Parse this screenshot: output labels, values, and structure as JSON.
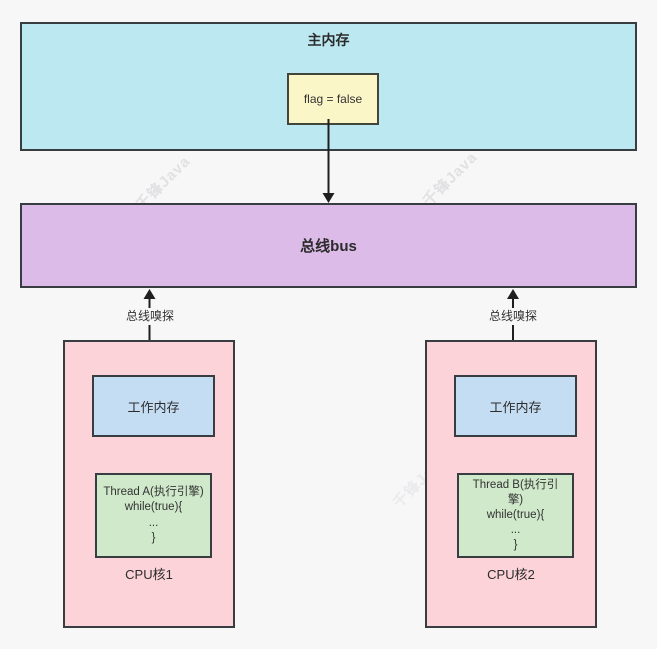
{
  "main_memory": {
    "label": "主内存",
    "flag_value": "flag = false"
  },
  "bus": {
    "label": "总线bus",
    "sniff_left": "总线嗅探",
    "sniff_right": "总线嗅探"
  },
  "cpu1": {
    "label": "CPU核1",
    "working_memory": "工作内存",
    "thread": "Thread A(执行引擎)\nwhile(true){\n...\n}"
  },
  "cpu2": {
    "label": "CPU核2",
    "working_memory": "工作内存",
    "thread": "Thread B(执行引\n擎)\nwhile(true){\n...\n}"
  },
  "watermarks": {
    "text": "千锋Java"
  },
  "colors": {
    "background": "#f7f7f8",
    "main_memory_fill": "#bce9f1",
    "flag_fill": "#fbf6c8",
    "bus_fill": "#ddbbe9",
    "cpu_fill": "#fbd3d8",
    "working_memory_fill": "#c5ddf3",
    "thread_fill": "#cfe9ca",
    "border": "#383d42",
    "arrow": "#1f1f1f"
  }
}
